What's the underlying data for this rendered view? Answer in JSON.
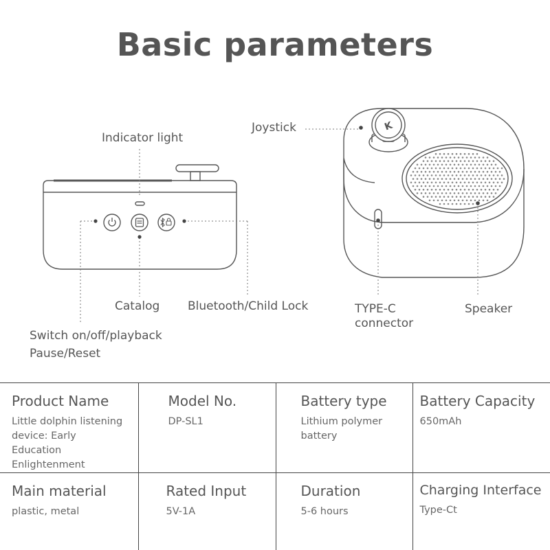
{
  "title": "Basic parameters",
  "callouts": {
    "indicator_light": "Indicator light",
    "joystick": "Joystick",
    "catalog": "Catalog",
    "bluetooth_child_lock": "Bluetooth/Child Lock",
    "type_c_line1": "TYPE-C",
    "type_c_line2": "connector",
    "speaker": "Speaker",
    "switch_line1": "Switch on/off/playback",
    "switch_line2": "Pause/Reset"
  },
  "joystick_cap_mark": "K",
  "specs": [
    [
      {
        "label": "Product Name",
        "value": "Little dolphin listening device: Early Education Enlightenment"
      },
      {
        "label": "Model No.",
        "value": "DP-SL1"
      },
      {
        "label": "Battery type",
        "value": "Lithium polymer battery"
      },
      {
        "label": "Battery Capacity",
        "value": "650mAh"
      }
    ],
    [
      {
        "label": "Main material",
        "value": "plastic, metal"
      },
      {
        "label": "Rated Input",
        "value": "5V-1A"
      },
      {
        "label": "Duration",
        "value": "5-6 hours"
      },
      {
        "label": "Charging Interface",
        "value": "Type-Ct"
      }
    ]
  ],
  "colors": {
    "line": "#555555",
    "text": "#555555",
    "border": "#444444"
  }
}
